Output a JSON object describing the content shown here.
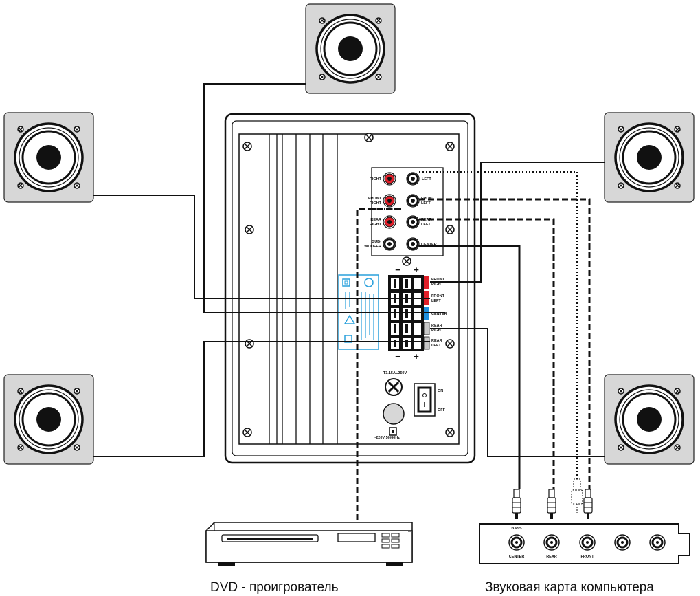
{
  "dvd_caption": "DVD - проигрователь",
  "soundcard_caption": "Звуковая карта компьютера",
  "inputs": {
    "right": "RIGHT",
    "left": "LEFT",
    "front_right": [
      "FRONT",
      "RIGHT"
    ],
    "front_left": [
      "FRONT",
      "LEFT"
    ],
    "rear_right": [
      "REAR",
      "RIGHT"
    ],
    "rear_left": [
      "REAR",
      "LEFT"
    ],
    "subwoofer": [
      "SUB-",
      "WOOFER"
    ],
    "center": "CENTER"
  },
  "terminals": {
    "minus": "−",
    "plus": "+",
    "front_right": [
      "FRONT",
      "RIGHT"
    ],
    "front_left": [
      "FRONT",
      "LEFT"
    ],
    "center": "CENTER",
    "rear_right": [
      "REAR",
      "RIGHT"
    ],
    "rear_left": [
      "REAR",
      "LEFT"
    ]
  },
  "power": {
    "fuse": "T3.15AL250V",
    "on": "ON",
    "off": "OFF",
    "voltage": "~220V 50/60Hz"
  },
  "soundcard": {
    "bass": "BASS",
    "center": "CENTER",
    "rear": "REAR",
    "front": "FRONT"
  },
  "colors": {
    "speaker_box": "#d7d7d7",
    "terminal_red": "#e0202a",
    "terminal_blue": "#1e90e0",
    "warning_label": "#2aa0dc",
    "wire": "#111111"
  }
}
